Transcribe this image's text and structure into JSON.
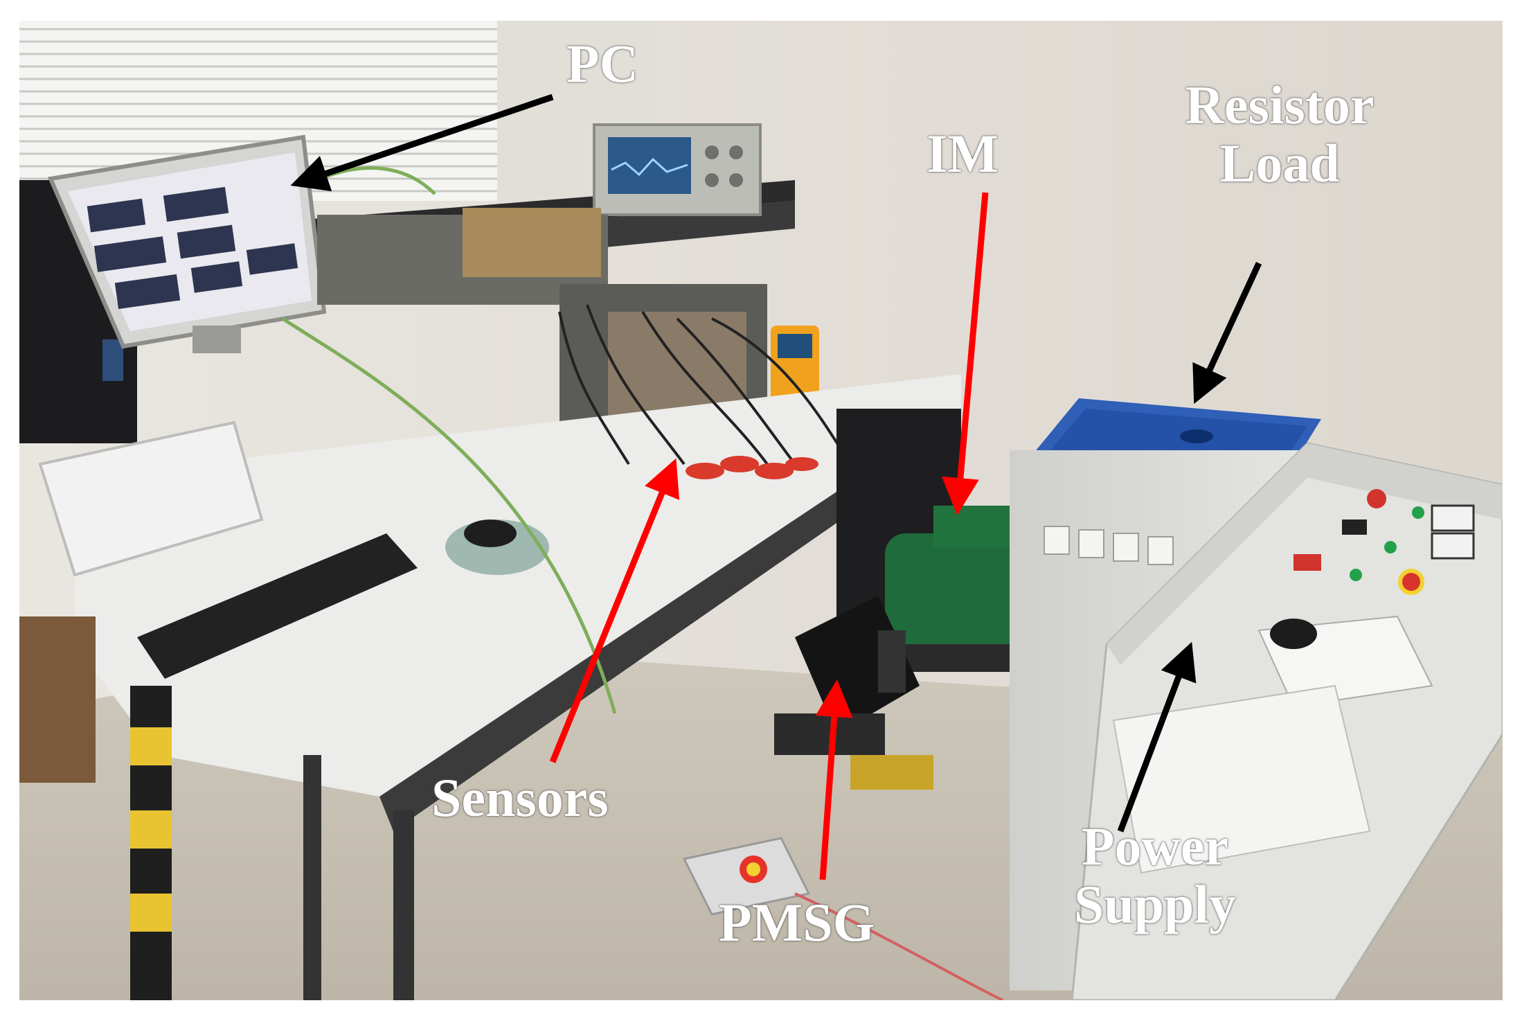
{
  "figure": {
    "labels": {
      "pc": "PC",
      "resistor_load_line1": "Resistor",
      "resistor_load_line2": "Load",
      "im": "IM",
      "sensors": "Sensors",
      "pmsg": "PMSG",
      "power_supply_line1": "Power",
      "power_supply_line2": "Supply"
    },
    "colors": {
      "arrow_black": "#000000",
      "arrow_red": "#ff0000",
      "label_text": "#ffffff"
    }
  }
}
